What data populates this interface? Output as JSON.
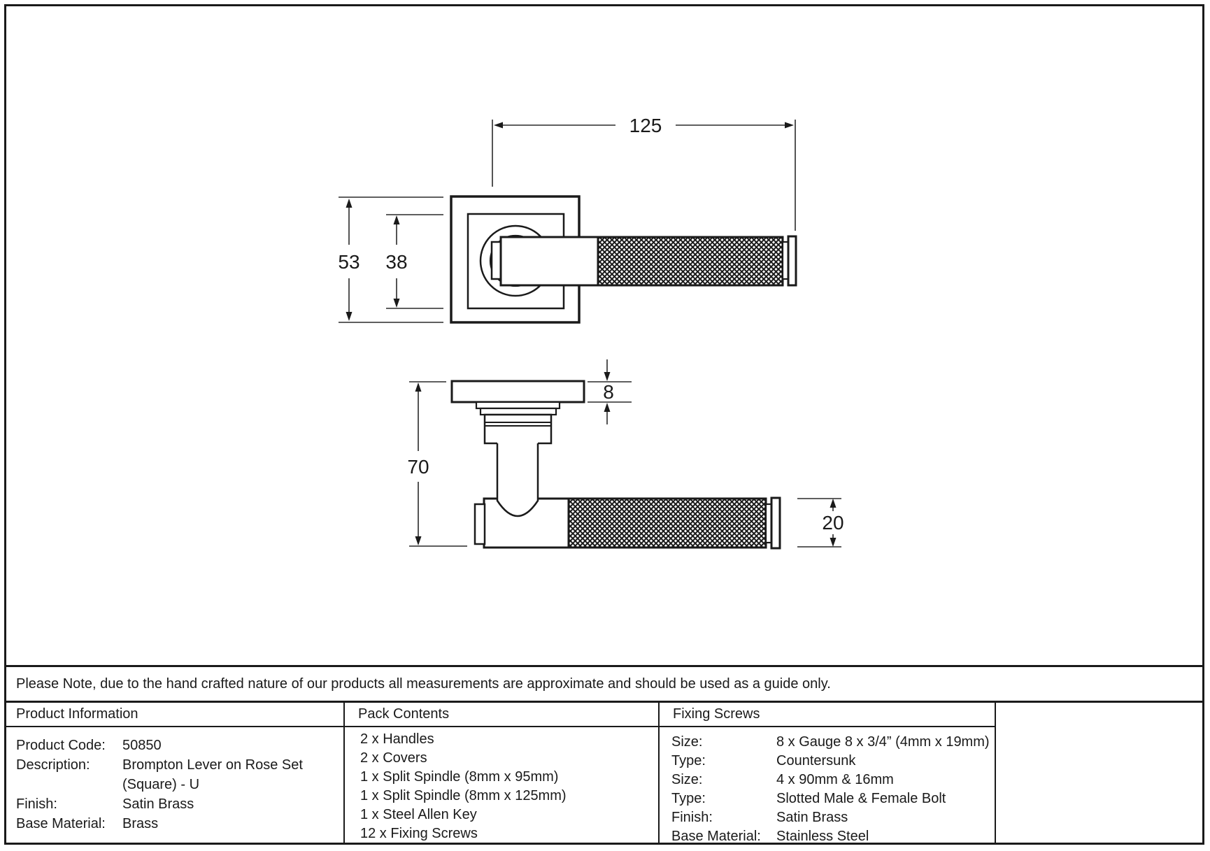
{
  "note": "Please Note, due to the hand crafted nature of our products all measurements are approximate and should be used as a guide only.",
  "drawing": {
    "dim_handle_length": "125",
    "dim_rose_outer": "53",
    "dim_rose_inner": "38",
    "dim_rose_thickness": "8",
    "dim_projection": "70",
    "dim_bar_diameter": "20"
  },
  "table": {
    "product_info": {
      "header": "Product Information",
      "rows": [
        {
          "label": "Product Code:",
          "value": "50850"
        },
        {
          "label": "Description:",
          "value": "Brompton Lever on Rose Set"
        },
        {
          "label": "",
          "value": "(Square) - U"
        },
        {
          "label": "Finish:",
          "value": "Satin Brass"
        },
        {
          "label": "Base Material:",
          "value": "Brass"
        }
      ]
    },
    "pack_contents": {
      "header": "Pack Contents",
      "items": [
        "2 x Handles",
        "2 x Covers",
        "1 x Split Spindle (8mm x 95mm)",
        "1 x Split Spindle (8mm x 125mm)",
        "1 x Steel Allen Key",
        "12 x Fixing Screws"
      ]
    },
    "fixing_screws": {
      "header": "Fixing Screws",
      "rows": [
        {
          "label": "Size:",
          "value": "8 x Gauge 8 x 3/4” (4mm x 19mm)"
        },
        {
          "label": "Type:",
          "value": "Countersunk"
        },
        {
          "label": "Size:",
          "value": "4 x 90mm & 16mm"
        },
        {
          "label": "Type:",
          "value": "Slotted Male & Female Bolt"
        },
        {
          "label": "Finish:",
          "value": "Satin Brass"
        },
        {
          "label": "Base Material:",
          "value": "Stainless Steel"
        }
      ]
    }
  }
}
